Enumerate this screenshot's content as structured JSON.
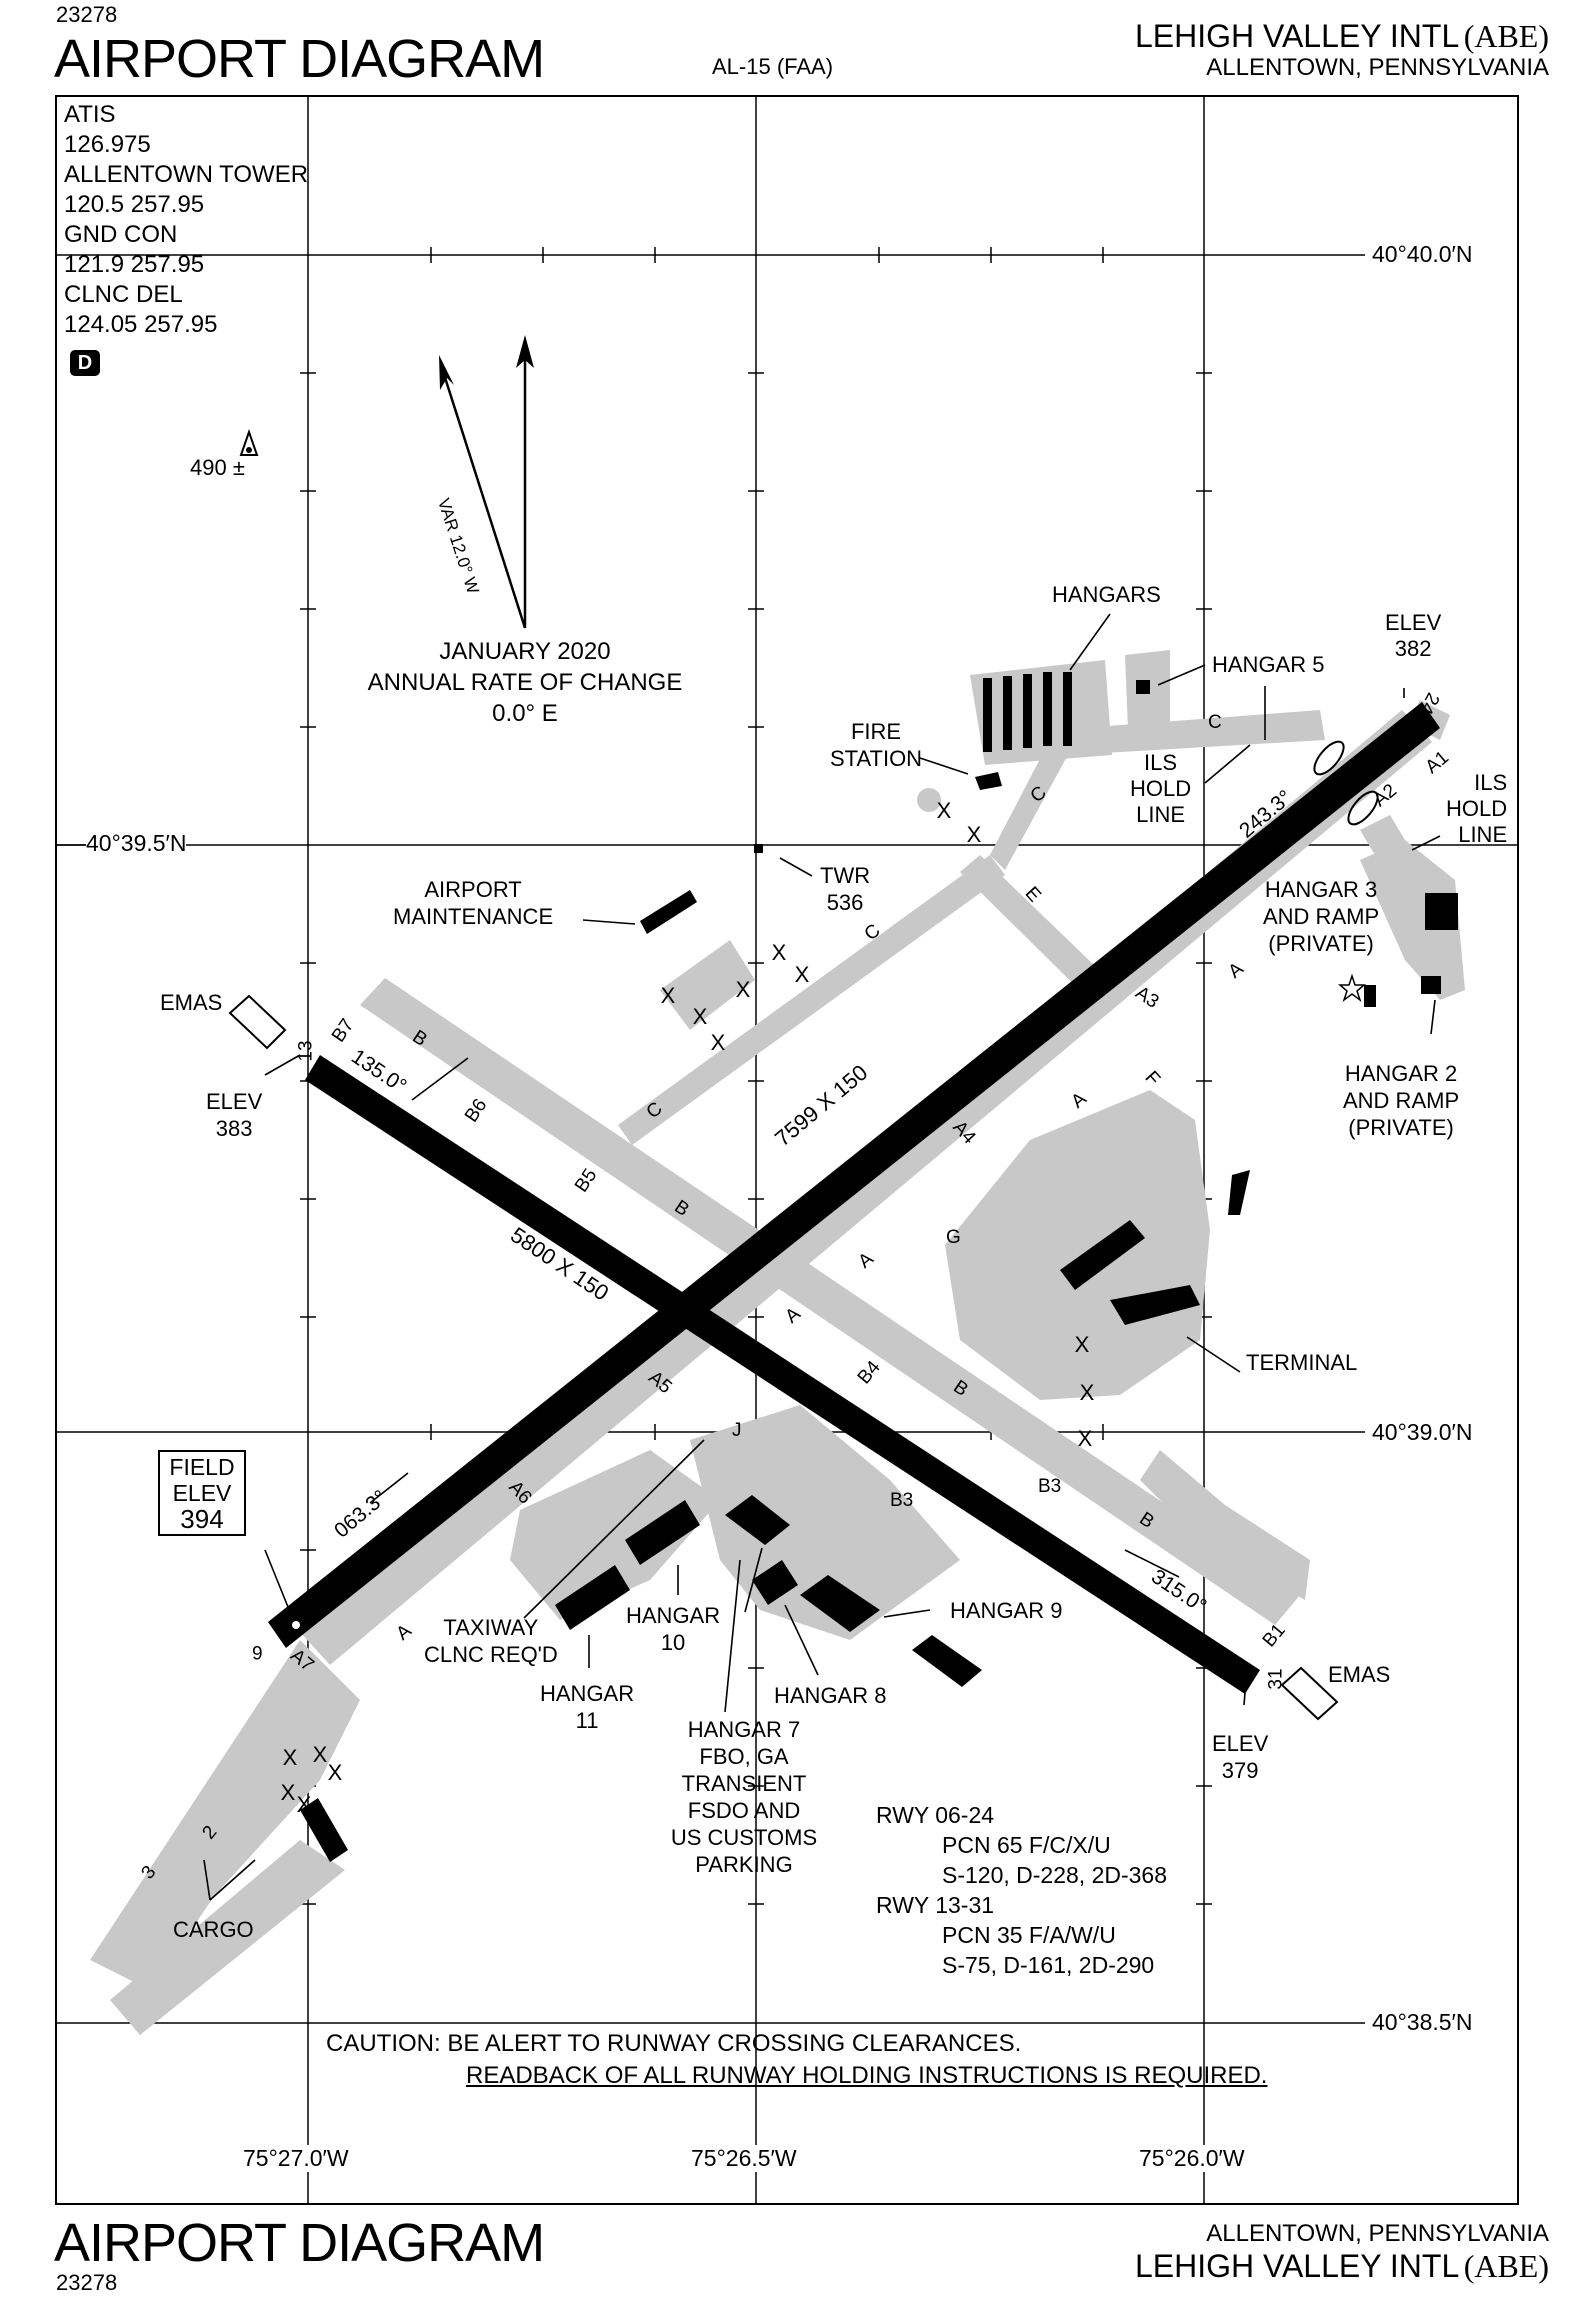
{
  "header": {
    "procedure_number": "23278",
    "title": "AIRPORT DIAGRAM",
    "chart_id": "AL-15 (FAA)",
    "airport_name": "LEHIGH VALLEY INTL",
    "airport_code": "(ABE)",
    "city": "ALLENTOWN, PENNSYLVANIA"
  },
  "footer": {
    "title": "AIRPORT DIAGRAM",
    "procedure_number": "23278",
    "city": "ALLENTOWN, PENNSYLVANIA",
    "airport_name": "LEHIGH VALLEY INTL",
    "airport_code": "(ABE)"
  },
  "frequencies": [
    {
      "name": "ATIS",
      "value": "126.975"
    },
    {
      "name": "ALLENTOWN TOWER",
      "value": "120.5  257.95"
    },
    {
      "name": "GND CON",
      "value": "121.9  257.95"
    },
    {
      "name": "CLNC DEL",
      "value": "124.05  257.95"
    }
  ],
  "airspace_badge": "D",
  "obstacle_elev": "490 ±",
  "magnetic": {
    "variation": "VAR 12.0° W",
    "date": "JANUARY 2020",
    "rate_label": "ANNUAL RATE OF CHANGE",
    "rate": "0.0° E"
  },
  "coordinates": {
    "lat_top": "40°40.0′N",
    "lat_mid": "40°39.5′N",
    "lat_low": "40°39.0′N",
    "lat_bottom": "40°38.5′N",
    "lon_left": "75°27.0′W",
    "lon_mid": "75°26.5′W",
    "lon_right": "75°26.0′W"
  },
  "runways": [
    {
      "id": "06-24",
      "ends": [
        "6",
        "24"
      ],
      "dimensions": "7599 X 150",
      "headings": [
        "063.3°",
        "243.3°"
      ],
      "pcn": "PCN  65 F/C/X/U",
      "strength": "S-120, D-228, 2D-368"
    },
    {
      "id": "13-31",
      "ends": [
        "13",
        "31"
      ],
      "dimensions": "5800 X 150",
      "headings": [
        "135.0°",
        "315.0°"
      ],
      "pcn": "PCN  35 F/A/W/U",
      "strength": "S-75, D-161, 2D-290"
    }
  ],
  "rwy_labels": [
    "RWY 06-24",
    "RWY 13-31"
  ],
  "field_elev": {
    "line1": "FIELD",
    "line2": "ELEV",
    "value": "394"
  },
  "elevations": [
    {
      "label": "ELEV",
      "value": "383"
    },
    {
      "label": "ELEV",
      "value": "382"
    },
    {
      "label": "ELEV",
      "value": "379"
    }
  ],
  "emas": "EMAS",
  "taxiways": [
    "A",
    "A1",
    "A2",
    "A3",
    "A4",
    "A5",
    "A6",
    "A7",
    "B",
    "B1",
    "B3",
    "B4",
    "B5",
    "B6",
    "B7",
    "C",
    "E",
    "F",
    "G",
    "J"
  ],
  "labels": {
    "hangars": "HANGARS",
    "hangar5": "HANGAR 5",
    "fire_station": [
      "FIRE",
      "STATION"
    ],
    "ils_hold_line": [
      "ILS",
      "HOLD",
      "LINE"
    ],
    "tower": [
      "TWR",
      "536"
    ],
    "maintenance": [
      "AIRPORT",
      "MAINTENANCE"
    ],
    "hangar3": [
      "HANGAR 3",
      "AND RAMP",
      "(PRIVATE)"
    ],
    "hangar2": [
      "HANGAR 2",
      "AND RAMP",
      "(PRIVATE)"
    ],
    "terminal": "TERMINAL",
    "hangar9": "HANGAR 9",
    "hangar8": "HANGAR 8",
    "hangar10": [
      "HANGAR",
      "10"
    ],
    "hangar11": [
      "HANGAR",
      "11"
    ],
    "hangar7": [
      "HANGAR 7",
      "FBO, GA",
      "TRANSIENT",
      "FSDO AND",
      "US CUSTOMS",
      "PARKING"
    ],
    "taxiway_clnc": [
      "TAXIWAY",
      "CLNC REQ'D"
    ],
    "cargo": "CARGO",
    "cargo_spots": [
      "2",
      "3"
    ]
  },
  "caution": {
    "line1": "CAUTION: BE ALERT TO RUNWAY CROSSING CLEARANCES.",
    "line2": "READBACK OF ALL RUNWAY HOLDING INSTRUCTIONS IS REQUIRED."
  },
  "colors": {
    "pavement": "#c8c8c8",
    "runway": "#000000",
    "ink": "#000000"
  }
}
